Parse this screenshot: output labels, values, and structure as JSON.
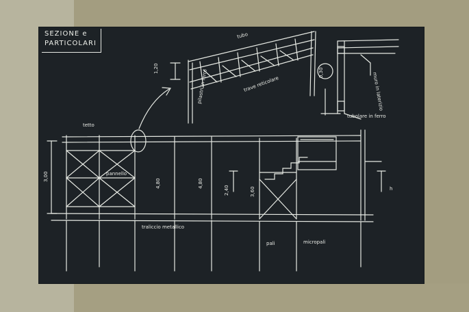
{
  "title": {
    "line1": "SEZIONE e",
    "line2": "PARTICOLARI"
  },
  "annotations": {
    "truss_dim": "1,20",
    "truss_label": "trave reticolare",
    "truss_top": "tubo",
    "column_label": "pilastri in ferro",
    "round_dim": "0,30",
    "wall_label": "muro in laterizio",
    "tubes_note": "tubolare in ferro",
    "height_left": "3,00",
    "dim_mid1": "4,80",
    "dim_mid2": "4,80",
    "dim_small": "2,40",
    "dim_right": "3,60",
    "right_tag": "h",
    "bottom_note": "traliccio metallico",
    "pile_label": "pali",
    "pile_note": "micropali",
    "top_left_label": "tetto",
    "panel_label": "pannello"
  }
}
